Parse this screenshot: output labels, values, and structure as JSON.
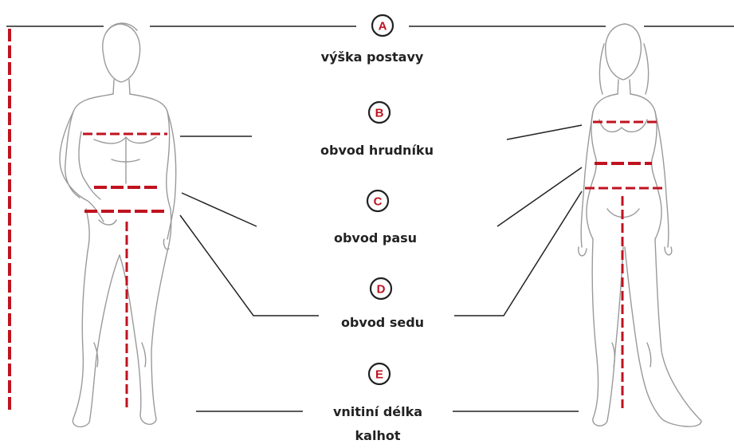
{
  "colors": {
    "accent": "#c0121f",
    "text": "#222222",
    "outline": "#9a9a9a"
  },
  "measurements": [
    {
      "letter": "A",
      "label_lines": [
        "výška postavy"
      ]
    },
    {
      "letter": "B",
      "label_lines": [
        "obvod hrudníku"
      ]
    },
    {
      "letter": "C",
      "label_lines": [
        "obvod pasu"
      ]
    },
    {
      "letter": "D",
      "label_lines": [
        "obvod sedu"
      ]
    },
    {
      "letter": "E",
      "label_lines": [
        "vnitiní délka",
        "kalhot"
      ]
    }
  ]
}
